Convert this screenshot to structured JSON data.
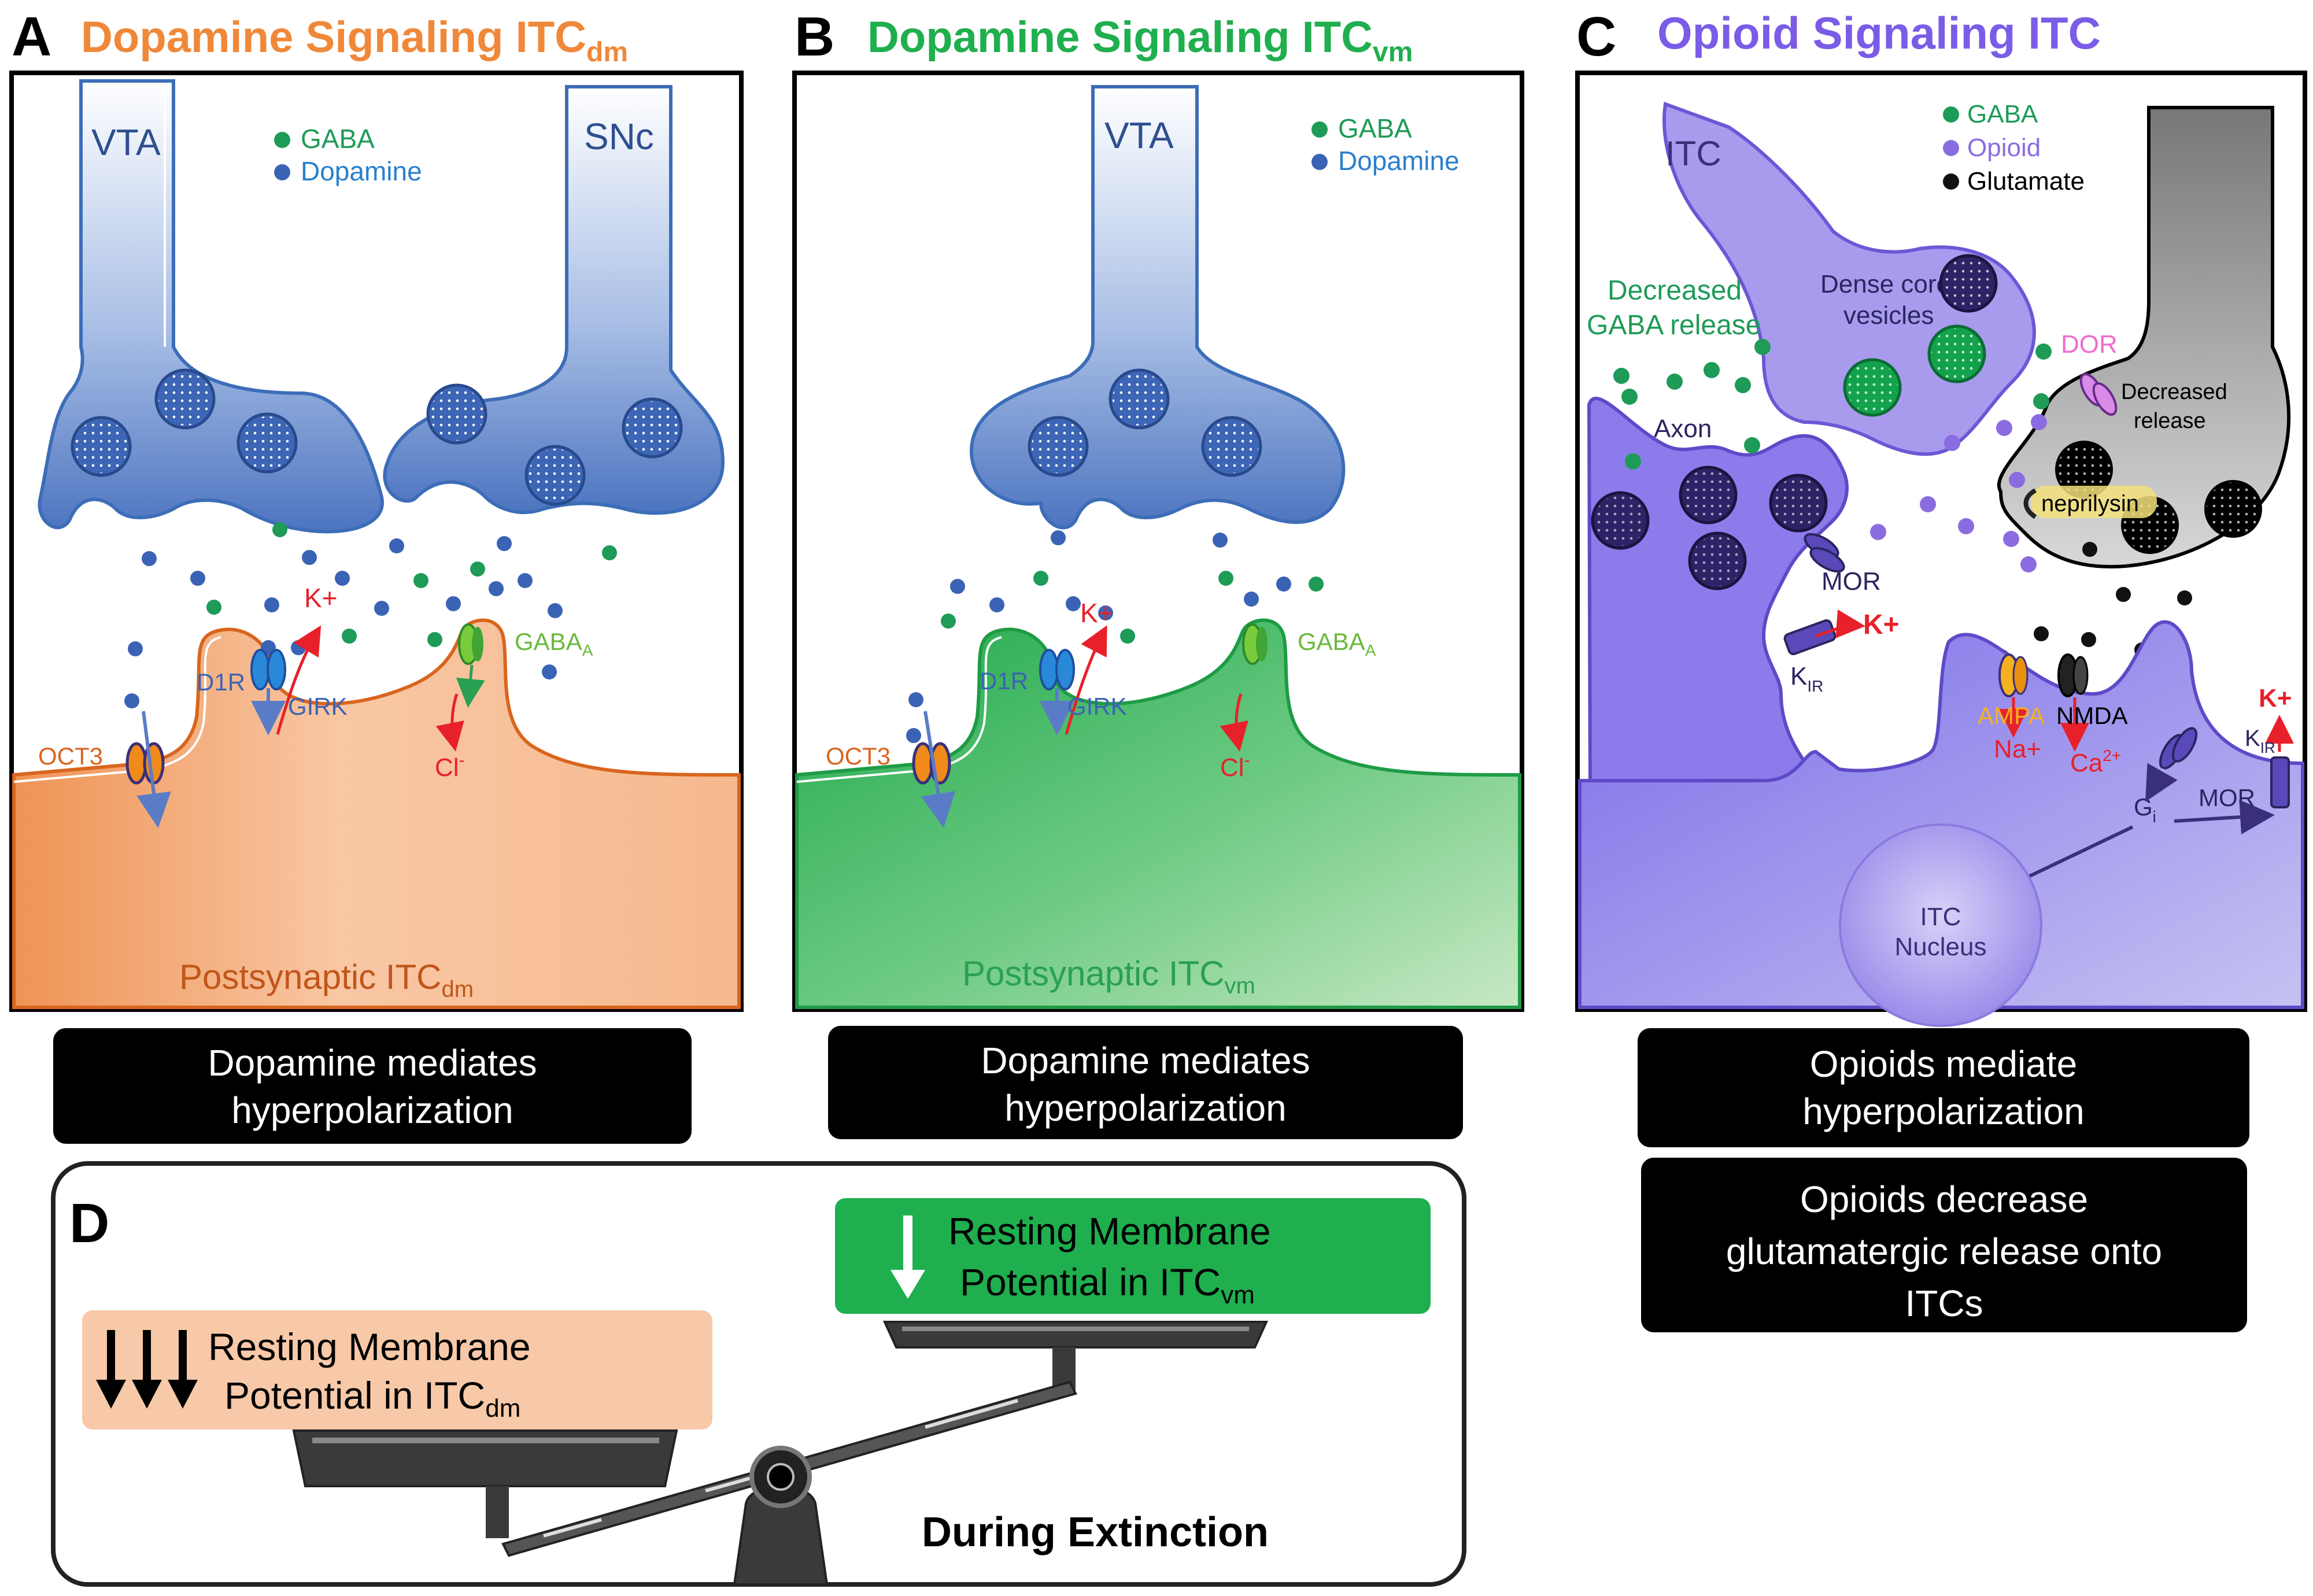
{
  "panels": {
    "A": {
      "letter": "A",
      "title_main": "Dopamine Signaling ITC",
      "title_sub": "dm",
      "colors": {
        "title": "#F0883A",
        "post_fill": "#F2A772",
        "post_stroke": "#D9651E"
      },
      "neuron_a": "VTA",
      "neuron_b": "SNc",
      "legend": [
        "GABA",
        "Dopamine"
      ],
      "receptors": {
        "d1r": "D1R",
        "girk": "GIRK",
        "oct3": "OCT3",
        "kplus": "K+",
        "gaba_main": "GABA",
        "gaba_sub": "A",
        "cl_main": "Cl",
        "cl_sup": "-"
      },
      "post_label_main": "Postsynaptic ITC",
      "post_label_sub": "dm",
      "caption_line1": "Dopamine mediates",
      "caption_line2": "hyperpolarization"
    },
    "B": {
      "letter": "B",
      "title_main": "Dopamine Signaling ITC",
      "title_sub": "vm",
      "colors": {
        "title": "#1FAF4E",
        "post_fill": "#4CC06A",
        "post_stroke": "#1E9B45"
      },
      "neuron_a": "VTA",
      "legend": [
        "GABA",
        "Dopamine"
      ],
      "receptors": {
        "d1r": "D1R",
        "girk": "GIRK",
        "oct3": "OCT3",
        "kplus": "K+",
        "gaba_main": "GABA",
        "gaba_sub": "A",
        "cl_main": "Cl",
        "cl_sup": "-"
      },
      "post_label_main": "Postsynaptic ITC",
      "post_label_sub": "vm",
      "caption_line1": "Dopamine mediates",
      "caption_line2": "hyperpolarization"
    },
    "C": {
      "letter": "C",
      "title": "Opioid Signaling ITC",
      "colors": {
        "title": "#7B5CE6",
        "neuron_fill": "#8C7BEA",
        "glut_fill": "#9A9A9A"
      },
      "legend": [
        "GABA",
        "Opioid",
        "Glutamate"
      ],
      "labels": {
        "itc": "ITC",
        "decreased_gaba_1": "Decreased",
        "decreased_gaba_2": "GABA release",
        "dense_core_1": "Dense core",
        "dense_core_2": "vesicles",
        "dor": "DOR",
        "decreased_release_1": "Decreased",
        "decreased_release_2": "release",
        "axon": "Axon",
        "neprilysin": "neprilysin",
        "mor_top": "MOR",
        "kplus_left": "K+",
        "kir_main": "K",
        "kir_sub": "IR",
        "ampa": "AMPA",
        "nmda": "NMDA",
        "na": "Na+",
        "ca_main": "Ca",
        "ca_sup": "2+",
        "gi_main": "G",
        "gi_sub": "i",
        "mor_bottom": "MOR",
        "kplus_right": "K+",
        "nucleus_1": "ITC",
        "nucleus_2": "Nucleus"
      },
      "caption1_line1": "Opioids mediate",
      "caption1_line2": "hyperpolarization",
      "caption2_line1": "Opioids decrease",
      "caption2_line2": "glutamatergic release onto",
      "caption2_line3": "ITCs"
    },
    "D": {
      "letter": "D",
      "right_box_line1": "Resting Membrane",
      "right_box_line2_main": "Potential in ITC",
      "right_box_line2_sub": "vm",
      "left_box_line1": "Resting Membrane",
      "left_box_line2_main": "Potential in ITC",
      "left_box_line2_sub": "dm",
      "footer": "During Extinction",
      "colors": {
        "right_box": "#1FAF4E",
        "left_box": "#F7C9A8"
      }
    }
  },
  "ion_colors": {
    "gaba": "#1E9B57",
    "dopamine": "#3B63B5",
    "opioid": "#8B6CE0",
    "glutamate": "#111111",
    "red": "#E8202A"
  }
}
